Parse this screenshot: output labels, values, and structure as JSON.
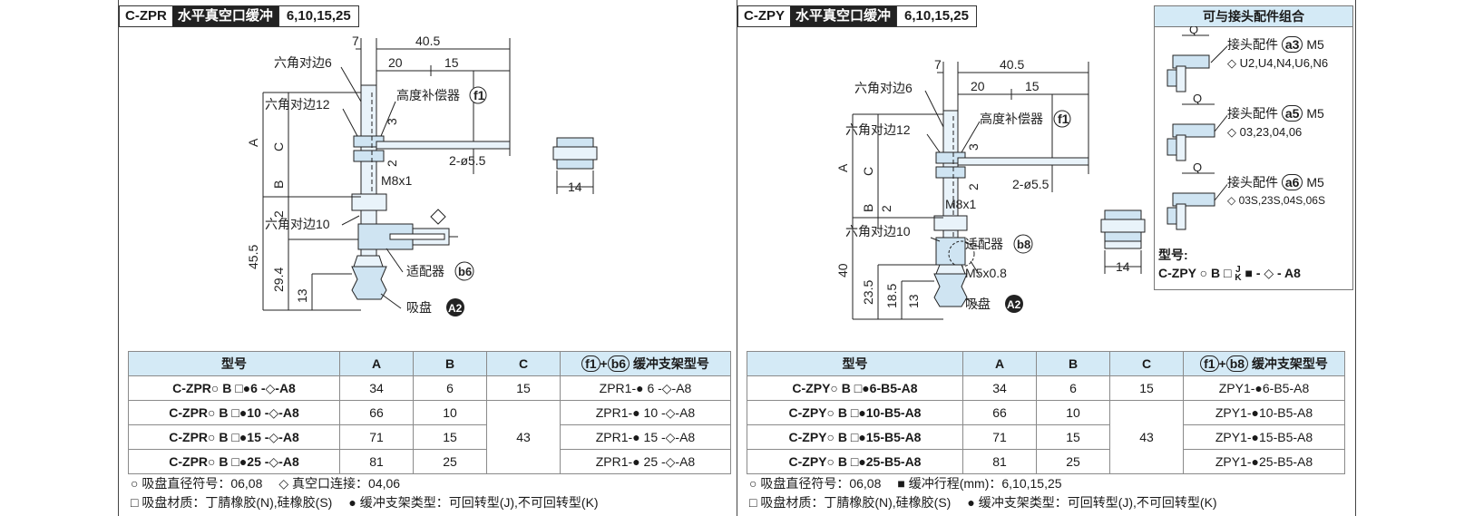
{
  "left": {
    "header": {
      "code": "C-ZPR",
      "name": "水平真空口缓冲",
      "sizes": "6,10,15,25"
    },
    "drawing": {
      "dim_7": "7",
      "dim_40_5": "40.5",
      "dim_20": "20",
      "dim_15": "15",
      "hex6": "六角对边6",
      "hex12": "六角对边12",
      "hex10": "六角对边10",
      "compensator": "高度补偿器",
      "f1": "f1",
      "dim_3": "3",
      "dim_2a": "2",
      "dim_2b": "2",
      "bore": "2-ø5.5",
      "m8": "M8x1",
      "A": "A",
      "B": "B",
      "C": "C",
      "dim_45_5": "45.5",
      "dim_29_4": "29.4",
      "dim_13": "13",
      "adapter": "适配器",
      "b6": "b6",
      "cup": "吸盘",
      "a2": "A2",
      "hex_side": "14"
    },
    "table": {
      "headers": [
        "型号",
        "A",
        "B",
        "C",
        "缓冲支架型号"
      ],
      "hdr_codes": [
        "f1",
        "b6"
      ],
      "rows": [
        {
          "model": "C-ZPR○ B □●6 -◇-A8",
          "A": "34",
          "B": "6",
          "C": "15",
          "bracket": "ZPR1-● 6 -◇-A8"
        },
        {
          "model": "C-ZPR○ B □●10 -◇-A8",
          "A": "66",
          "B": "10",
          "C": "",
          "bracket": "ZPR1-● 10 -◇-A8"
        },
        {
          "model": "C-ZPR○ B □●15 -◇-A8",
          "A": "71",
          "B": "15",
          "C": "43",
          "bracket": "ZPR1-● 15 -◇-A8"
        },
        {
          "model": "C-ZPR○ B □●25 -◇-A8",
          "A": "81",
          "B": "25",
          "C": "",
          "bracket": "ZPR1-● 25 -◇-A8"
        }
      ]
    },
    "legend": {
      "line1a": "○ 吸盘直径符号：06,08",
      "line1b": "◇ 真空口连接：04,06",
      "line2a": "□ 吸盘材质：丁腈橡胶(N),硅橡胶(S)",
      "line2b": "● 缓冲支架类型：可回转型(J),不可回转型(K)"
    }
  },
  "right": {
    "header": {
      "code": "C-ZPY",
      "name": "水平真空口缓冲",
      "sizes": "6,10,15,25"
    },
    "drawing": {
      "dim_7": "7",
      "dim_40_5": "40.5",
      "dim_20": "20",
      "dim_15": "15",
      "hex6": "六角对边6",
      "hex12": "六角对边12",
      "hex10": "六角对边10",
      "compensator": "高度补偿器",
      "f1": "f1",
      "dim_3": "3",
      "dim_2a": "2",
      "dim_2b": "2",
      "bore": "2-ø5.5",
      "m8": "M8x1",
      "A": "A",
      "B": "B",
      "C": "C",
      "dim_40": "40",
      "dim_23_5": "23.5",
      "dim_18_5": "18.5",
      "dim_13": "13",
      "adapter": "适配器",
      "b8": "b8",
      "m5": "M5x0.8",
      "cup": "吸盘",
      "a2": "A2",
      "hex_side": "14"
    },
    "table": {
      "headers": [
        "型号",
        "A",
        "B",
        "C",
        "缓冲支架型号"
      ],
      "hdr_codes": [
        "f1",
        "b8"
      ],
      "rows": [
        {
          "model": "C-ZPY○ B □●6-B5-A8",
          "A": "34",
          "B": "6",
          "C": "15",
          "bracket": "ZPY1-●6-B5-A8"
        },
        {
          "model": "C-ZPY○ B □●10-B5-A8",
          "A": "66",
          "B": "10",
          "C": "",
          "bracket": "ZPY1-●10-B5-A8"
        },
        {
          "model": "C-ZPY○ B □●15-B5-A8",
          "A": "71",
          "B": "15",
          "C": "43",
          "bracket": "ZPY1-●15-B5-A8"
        },
        {
          "model": "C-ZPY○ B □●25-B5-A8",
          "A": "81",
          "B": "25",
          "C": "",
          "bracket": "ZPY1-●25-B5-A8"
        }
      ]
    },
    "legend": {
      "line1a": "○ 吸盘直径符号：06,08",
      "line1b": "■ 缓冲行程(mm)：6,10,15,25",
      "line2a": "□ 吸盘材质：丁腈橡胶(N),硅橡胶(S)",
      "line2b": "● 缓冲支架类型：可回转型(J),不可回转型(K)"
    },
    "combo": {
      "title": "可与接头配件组合",
      "q": "Q",
      "parts": [
        {
          "label": "接头配件",
          "code": "a3",
          "thread": "M5",
          "variants": "◇ U2,U4,N4,U6,N6"
        },
        {
          "label": "接头配件",
          "code": "a5",
          "thread": "M5",
          "variants": "◇ 03,23,04,06"
        },
        {
          "label": "接头配件",
          "code": "a6",
          "thread": "M5",
          "variants": "◇ 03S,23S,04S,06S"
        }
      ],
      "model_label": "型号:",
      "model": "C-ZPY ○ B □",
      "jk_j": "J",
      "jk_k": "K",
      "model_tail": "■ - ◇ - A8"
    }
  }
}
